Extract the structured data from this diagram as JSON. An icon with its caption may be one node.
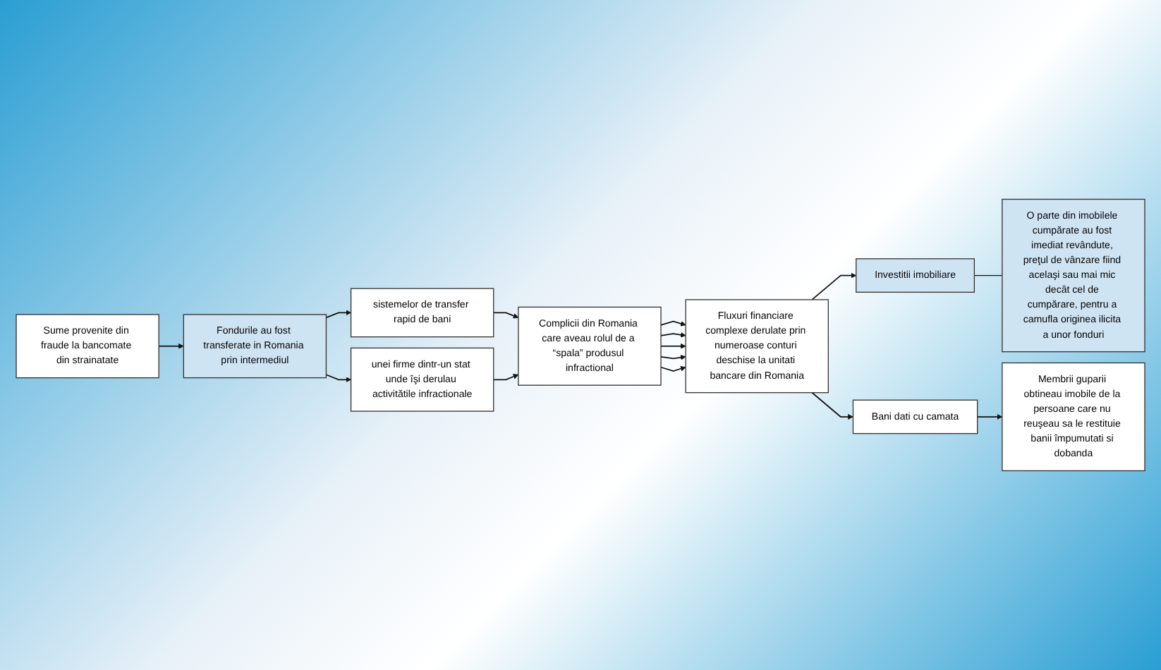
{
  "diagram": {
    "nodes": [
      {
        "text": [
          "Sume provenite din fraude la bancomate din strainatate"
        ]
      },
      {
        "text": [
          "Fondurile au fost transferate in Romania prin intermediul"
        ]
      },
      {
        "text": [
          "sistemelor de transfer rapid de bani"
        ]
      },
      {
        "text": [
          "unei firme dintr-un stat unde îşi derulau activitătile infractionale"
        ]
      },
      {
        "text": [
          "Investitii imobiliare"
        ]
      },
      {
        "text": [
          "O parte din imobilele cumpărate au fost imediat revândute, preţul de vânzare fiind acelaşi sau mai mic decât cel de cumpărare, pentru a camufla originea ilicita a unor fonduri"
        ]
      },
      {
        "text": [
          "Fluxuri financiare complexe derulate prin numeroase conturi deschise la unitati bancare din Romania"
        ]
      },
      {
        "text": [
          "Complicii din Romania care aveau rolul de a “spala” produsul infractional"
        ]
      },
      {
        "text": [
          "Bani dati cu camata"
        ]
      },
      {
        "text": [
          "Membrii guparii obtineau imobile de la persoane care nu reuşeau sa le restituie banii împumutati si dobanda"
        ]
      }
    ],
    "edges": [
      {
        "from": 0,
        "to": 1,
        "arrow": "to"
      },
      {
        "from": 1,
        "to": 2,
        "arrow": "to"
      },
      {
        "from": 1,
        "to": 3,
        "arrow": "to"
      },
      {
        "from": 2,
        "to": 7,
        "arrow": "to"
      },
      {
        "from": 3,
        "to": 7,
        "arrow": "to"
      },
      {
        "from": 7,
        "to": 6,
        "arrow": "to"
      },
      {
        "from": 7,
        "to": 6,
        "arrow": "to"
      },
      {
        "from": 7,
        "to": 6,
        "arrow": "to"
      },
      {
        "from": 7,
        "to": 6,
        "arrow": "to"
      },
      {
        "from": 7,
        "to": 6,
        "arrow": "to"
      },
      {
        "from": 6,
        "to": 4,
        "arrow": "to"
      },
      {
        "from": 6,
        "to": 8,
        "arrow": "to"
      },
      {
        "from": 4,
        "to": 5,
        "arrow": "none"
      },
      {
        "from": 8,
        "to": 9,
        "arrow": "to"
      }
    ]
  }
}
